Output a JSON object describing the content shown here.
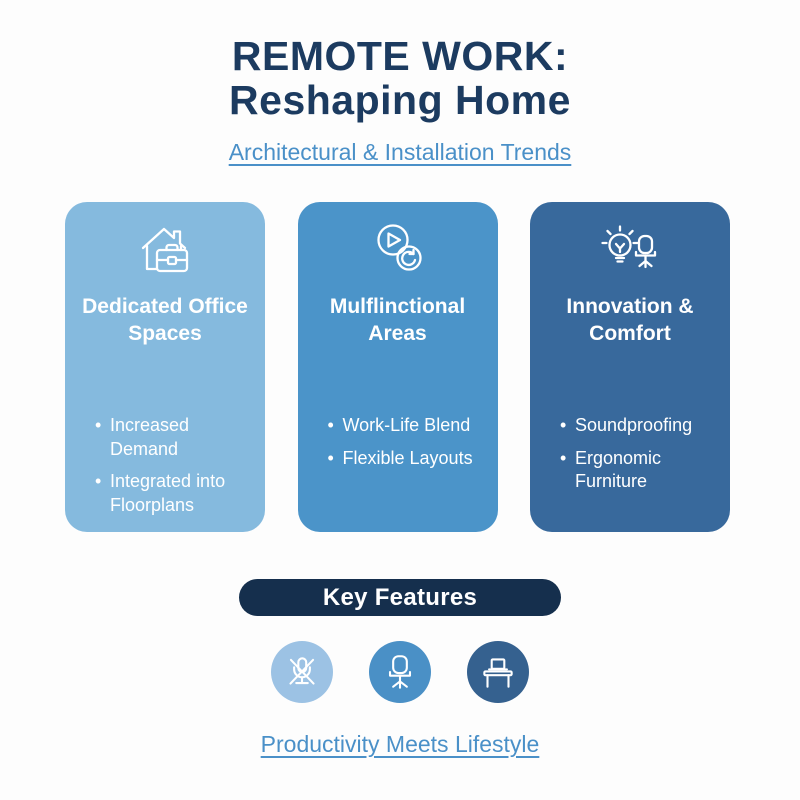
{
  "header": {
    "title_line1": "REMOTE WORK:",
    "title_line2": "Reshaping Home",
    "subtitle_link": "Architectural & Installation Trends"
  },
  "cards": [
    {
      "icon": "house-briefcase-icon",
      "title_line1": "Dedicated Office",
      "title_line2": "Spaces",
      "bullets": [
        "Increased Demand",
        "Integrated into Floorplans"
      ]
    },
    {
      "icon": "play-sync-icon",
      "title_line1": "Mulflinctional",
      "title_line2": "Areas",
      "bullets": [
        "Work-Life Blend",
        "Flexible Layouts"
      ]
    },
    {
      "icon": "lightbulb-chair-icon",
      "title_line1": "Innovation &",
      "title_line2": "Comfort",
      "bullets": [
        "Soundproofing",
        "Ergonomic Furniture"
      ]
    }
  ],
  "key_features": {
    "label": "Key Features",
    "icons": [
      "muted-microphone-icon",
      "office-chair-icon",
      "desk-laptop-icon"
    ]
  },
  "footer": {
    "link": "Productivity Meets Lifestyle"
  },
  "colors": {
    "title_navy": "#1c3b60",
    "link_blue": "#4a90c8",
    "card1_bg": "#85bade",
    "card2_bg": "#4b94c9",
    "card3_bg": "#38699c",
    "pill_bg": "#152f4d",
    "circle1_bg": "#9cc2e4",
    "circle2_bg": "#4a90c6",
    "circle3_bg": "#35618f",
    "card_text": "#ffffff"
  }
}
